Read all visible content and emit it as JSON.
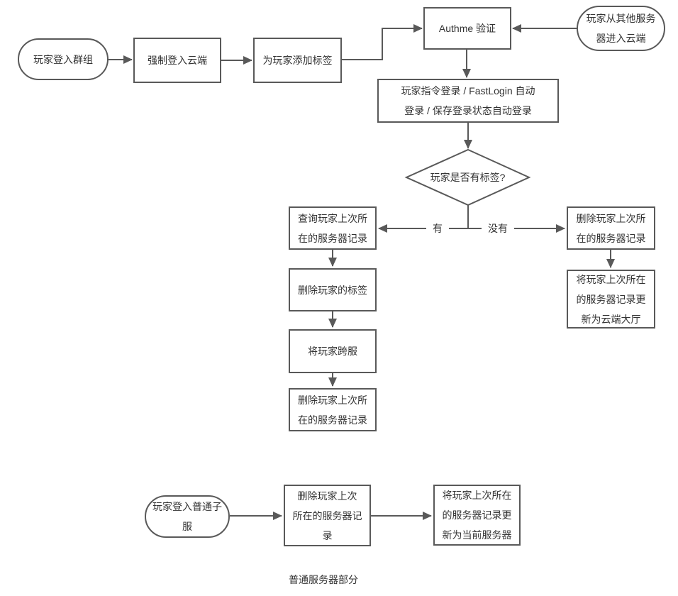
{
  "diagram": {
    "background": "#ffffff",
    "stroke_color": "#595959",
    "text_color": "#333333",
    "nodes": {
      "start_group": {
        "label": "玩家登入群组",
        "shape": "terminator"
      },
      "force_cloud_login": {
        "label": "强制登入云端",
        "shape": "process"
      },
      "add_player_tag": {
        "label": "为玩家添加标签",
        "shape": "process"
      },
      "authme_verify": {
        "label": "Authme 验证",
        "shape": "process"
      },
      "enter_cloud_from_other": {
        "label": "玩家从其他服务\n器进入云端",
        "shape": "terminator"
      },
      "login_methods": {
        "label": "玩家指令登录 / FastLogin 自动\n登录 / 保存登录状态自动登录",
        "shape": "process"
      },
      "has_tag_decision": {
        "label": "玩家是否有标签?",
        "shape": "decision"
      },
      "query_last_server": {
        "label": "查询玩家上次所\n在的服务器记录",
        "shape": "process"
      },
      "remove_player_tag": {
        "label": "删除玩家的标签",
        "shape": "process"
      },
      "cross_server_player": {
        "label": "将玩家跨服",
        "shape": "process"
      },
      "delete_last_server_left": {
        "label": "删除玩家上次所\n在的服务器记录",
        "shape": "process"
      },
      "delete_last_server_right": {
        "label": "删除玩家上次所\n在的服务器记录",
        "shape": "process"
      },
      "update_record_cloud_lobby": {
        "label": "将玩家上次所在\n的服务器记录更\n新为云端大厅",
        "shape": "process"
      },
      "start_normal_server": {
        "label": "玩家登入普通子\n服",
        "shape": "terminator"
      },
      "delete_last_server_bottom": {
        "label": "删除玩家上次\n所在的服务器记\n录",
        "shape": "process"
      },
      "update_record_current": {
        "label": "将玩家上次所在\n的服务器记录更\n新为当前服务器",
        "shape": "process"
      }
    },
    "edge_labels": {
      "yes": "有",
      "no": "没有"
    },
    "caption": "普通服务器部分"
  }
}
